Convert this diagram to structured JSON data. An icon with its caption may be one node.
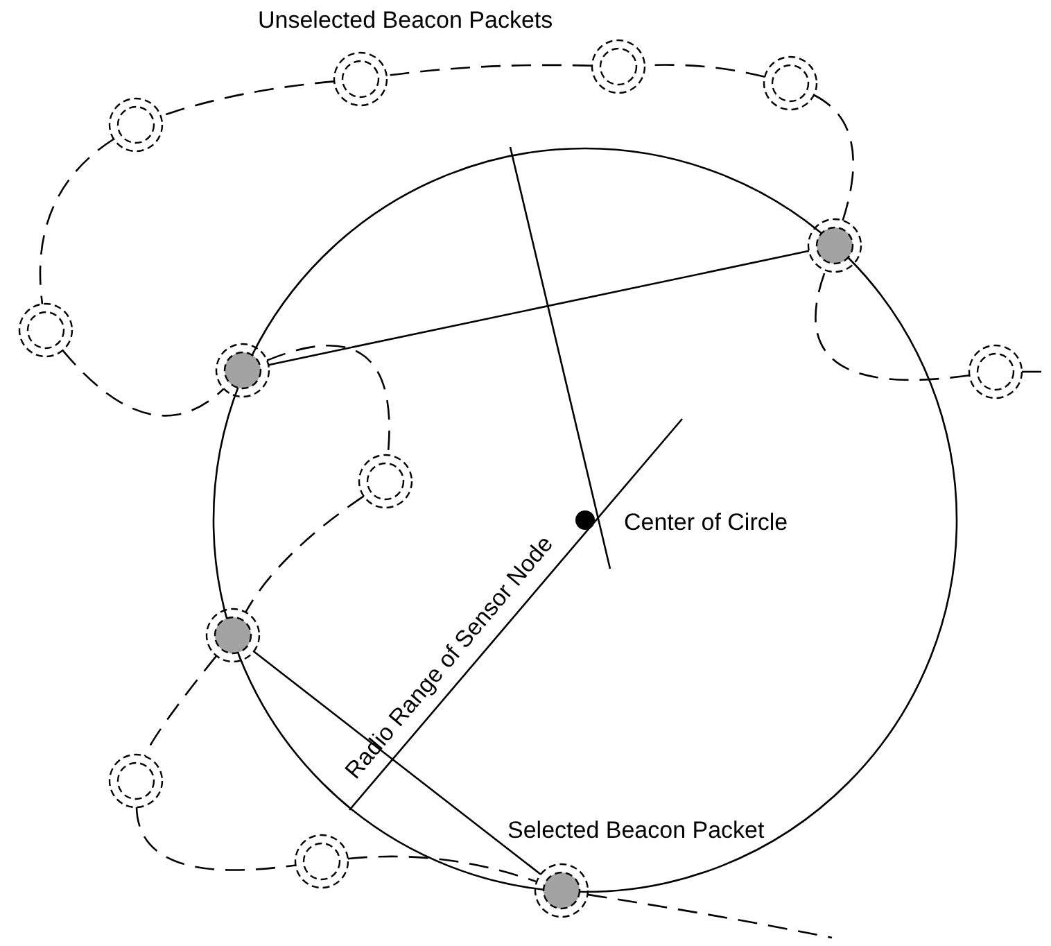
{
  "diagram": {
    "nodes": [
      {
        "text": [],
        "shape": "circle"
      },
      {
        "text": [],
        "shape": "circle"
      },
      {
        "text": [],
        "shape": "circle"
      },
      {
        "text": [],
        "shape": "circle"
      },
      {
        "text": [],
        "shape": "circle"
      },
      {
        "text": [],
        "shape": "circle"
      },
      {
        "text": [],
        "shape": "circle"
      },
      {
        "text": [],
        "shape": "circle"
      },
      {
        "text": [],
        "shape": "circle"
      },
      {
        "text": [],
        "shape": "circle"
      },
      {
        "text": [],
        "shape": "circle"
      },
      {
        "text": [],
        "shape": "circle"
      },
      {
        "text": [],
        "shape": "circle",
        "beside": [
          "Selected Beacon Packet"
        ]
      },
      {
        "text": [],
        "shape": "circle",
        "beside": [
          "Center of Circle"
        ]
      }
    ],
    "edges": [
      {
        "from": 5,
        "to": null,
        "arrow": "none",
        "style": "dashed"
      },
      {
        "from": 5,
        "to": 4,
        "arrow": "none",
        "style": "dashed"
      },
      {
        "from": 4,
        "to": 3,
        "arrow": "none",
        "style": "dashed"
      },
      {
        "from": 3,
        "to": 2,
        "arrow": "none",
        "style": "dashed"
      },
      {
        "from": 2,
        "to": 1,
        "arrow": "none",
        "style": "dashed"
      },
      {
        "from": 1,
        "to": 0,
        "arrow": "none",
        "style": "dashed"
      },
      {
        "from": 0,
        "to": 6,
        "arrow": "none",
        "style": "dashed"
      },
      {
        "from": 6,
        "to": 7,
        "arrow": "none",
        "style": "dashed"
      },
      {
        "from": 7,
        "to": 8,
        "arrow": "none",
        "style": "dashed"
      },
      {
        "from": 8,
        "to": 9,
        "arrow": "none",
        "style": "dashed"
      },
      {
        "from": 9,
        "to": 10,
        "arrow": "none",
        "style": "dashed"
      },
      {
        "from": 10,
        "to": 11,
        "arrow": "none",
        "style": "dashed"
      },
      {
        "from": 11,
        "to": 12,
        "arrow": "none",
        "style": "dashed"
      },
      {
        "from": 12,
        "to": null,
        "arrow": "none",
        "style": "dashed"
      },
      {
        "from": 7,
        "to": 4,
        "arrow": "none"
      },
      {
        "from": 9,
        "to": 12,
        "arrow": "none"
      }
    ],
    "labels": [
      "Unselected Beacon Packets",
      "Radio Range of Sensor Node"
    ]
  }
}
